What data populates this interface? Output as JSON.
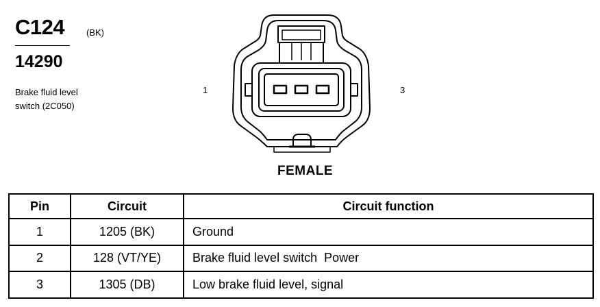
{
  "connector": {
    "id": "C124",
    "color_code": "(BK)",
    "part_number": "14290",
    "description_lines": [
      "Brake fluid level",
      "switch (2C050)"
    ]
  },
  "diagram": {
    "pin_left_label": "1",
    "pin_right_label": "3",
    "gender": "FEMALE",
    "pin_count": 3
  },
  "table": {
    "headers": [
      "Pin",
      "Circuit",
      "Circuit function"
    ],
    "rows": [
      {
        "pin": "1",
        "circuit": "1205 (BK)",
        "function": "Ground"
      },
      {
        "pin": "2",
        "circuit": "128 (VT/YE)",
        "function": "Brake fluid level switch  Power"
      },
      {
        "pin": "3",
        "circuit": "1305 (DB)",
        "function": "Low brake fluid level, signal"
      }
    ]
  }
}
